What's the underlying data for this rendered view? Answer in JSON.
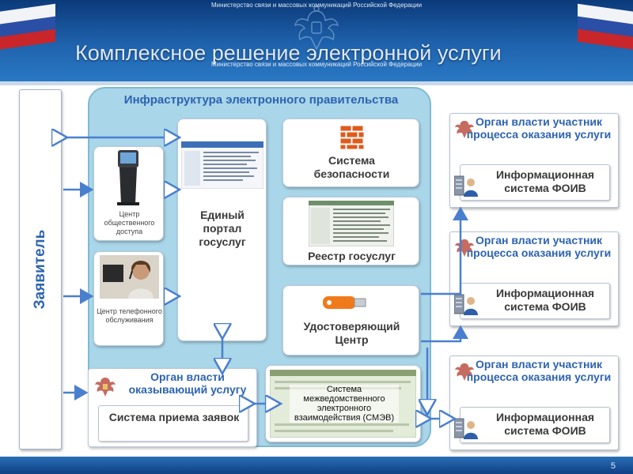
{
  "header": {
    "ministry_top": "Министерство связи и массовых коммуникаций Российской Федерации",
    "ministry_mid": "Министерство связи и массовых коммуникаций Российской Федерации",
    "title": "Комплексное решение электронной услуги"
  },
  "applicant": {
    "label": "Заявитель"
  },
  "infrastructure": {
    "title": "Инфраструктура электронного правительства",
    "public_access": "Центр общественного доступа",
    "call_center": "Центр телефонного обслуживания",
    "portal": "Единый портал госуслуг",
    "security": "Система безопасности",
    "registry": "Реестр госуслуг",
    "certification": "Удостоверяющий Центр",
    "smev": "Система межведомственного электронного взаимодействия (СМЭВ)"
  },
  "service_provider": {
    "title": "Орган власти оказывающий услугу",
    "system": "Система приема заявок"
  },
  "participants": [
    {
      "title": "Орган власти участник процесса оказания услуги",
      "system": "Информационная система ФОИВ"
    },
    {
      "title": "Орган власти участник процесса оказания услуги",
      "system": "Информационная система ФОИВ"
    },
    {
      "title": "Орган власти участник процесса оказания услуги",
      "system": "Информационная система ФОИВ"
    }
  ],
  "footer": {
    "page_number": "5"
  },
  "colors": {
    "accent": "#2d63b1",
    "arrow": "#5b8fd6",
    "panel": "#a9d6e9"
  },
  "icons": [
    "russia-flag",
    "state-emblem",
    "kiosk-icon",
    "call-center-photo",
    "portal-screenshot",
    "firewall-icon",
    "registry-screenshot",
    "usb-token-icon",
    "smev-screenshot",
    "server-user-icon"
  ]
}
